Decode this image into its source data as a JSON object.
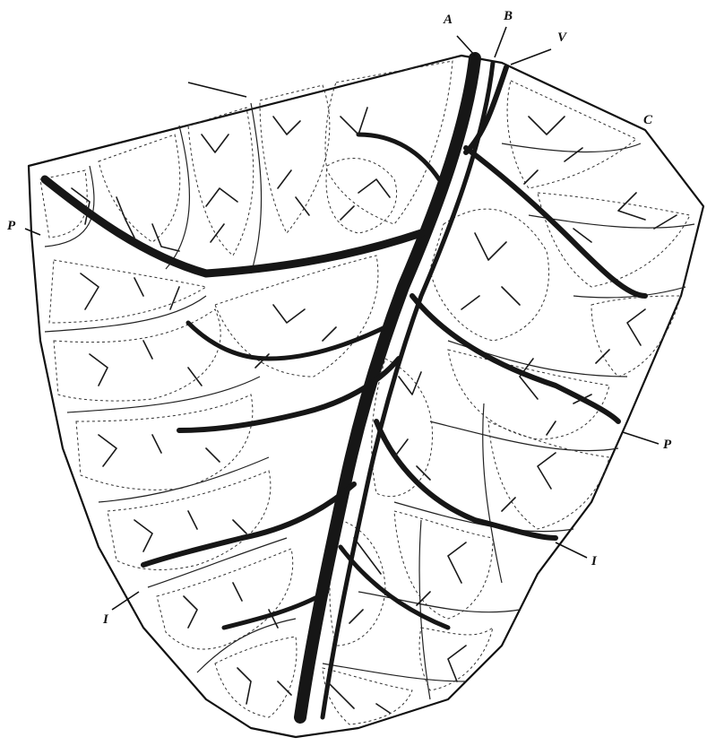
{
  "figure": {
    "labels": {
      "A": "A",
      "B": "B",
      "V": "V",
      "C": "C",
      "P_left": "P",
      "P_right": "P",
      "I_left": "I",
      "I_right": "I"
    }
  }
}
